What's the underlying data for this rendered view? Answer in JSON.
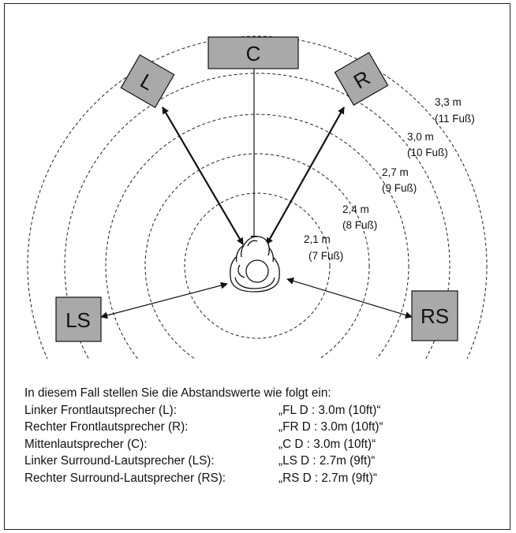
{
  "speakers": [
    {
      "id": "C",
      "label": "C"
    },
    {
      "id": "L",
      "label": "L"
    },
    {
      "id": "R",
      "label": "R"
    },
    {
      "id": "LS",
      "label": "LS"
    },
    {
      "id": "RS",
      "label": "RS"
    }
  ],
  "distances": [
    {
      "metric": "3,3 m",
      "feet": "(11 Fuß)"
    },
    {
      "metric": "3,0 m",
      "feet": "(10 Fuß)"
    },
    {
      "metric": "2,7 m",
      "feet": "(9 Fuß)"
    },
    {
      "metric": "2,4 m",
      "feet": "(8 Fuß)"
    },
    {
      "metric": "2,1 m",
      "feet": "(7 Fuß)"
    }
  ],
  "info": {
    "intro": "In diesem Fall stellen Sie die Abstandswerte wie folgt ein:",
    "rows": [
      {
        "name": "Linker Frontlautsprecher (L):",
        "value": "„FL D : 3.0m (10ft)“"
      },
      {
        "name": "Rechter Frontlautsprecher (R):",
        "value": "„FR D : 3.0m (10ft)“"
      },
      {
        "name": "Mittenlautsprecher (C):",
        "value": "„C  D : 3.0m (10ft)“"
      },
      {
        "name": "Linker Surround-Lautsprecher (LS):",
        "value": "„LS D : 2.7m (9ft)“"
      },
      {
        "name": "Rechter Surround-Lautsprecher (RS):",
        "value": "„RS D : 2.7m (9ft)“"
      }
    ]
  }
}
